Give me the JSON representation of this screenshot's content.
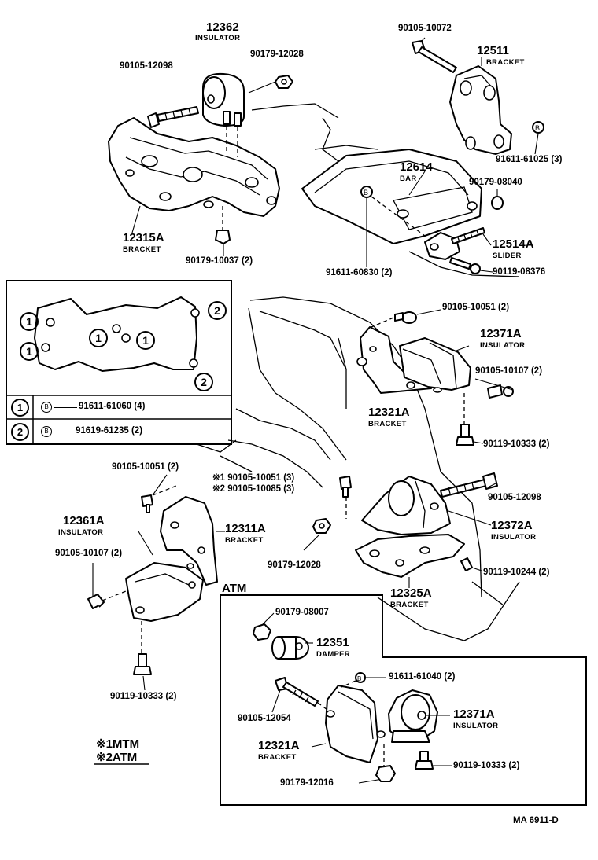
{
  "labels": {
    "p12362": "12362",
    "p12362_sub": "INSULATOR",
    "p90105_12098_top": "90105-12098",
    "p90179_12028_top": "90179-12028",
    "p90105_10072": "90105-10072",
    "p12511": "12511",
    "p12511_sub": "BRACKET",
    "p91611_61025": "91611-61025 (3)",
    "p12614": "12614",
    "p12614_sub": "BAR",
    "p90179_08040": "90179-08040",
    "p12315A": "12315A",
    "p12315A_sub": "BRACKET",
    "p90179_10037": "90179-10037 (2)",
    "p12514A": "12514A",
    "p12514A_sub": "SLIDER",
    "p91611_60830": "91611-60830 (2)",
    "p90119_08376": "90119-08376",
    "p90105_10051_r": "90105-10051 (2)",
    "p12371A": "12371A",
    "p12371A_sub": "INSULATOR",
    "p90105_10107_r": "90105-10107 (2)",
    "p12321A": "12321A",
    "p12321A_sub": "BRACKET",
    "p90119_10333_r": "90119-10333 (2)",
    "p90105_10051_l": "90105-10051 (2)",
    "p_ref1": "※1 90105-10051 (3)",
    "p_ref2": "※2 90105-10085 (3)",
    "p90105_12098_mid": "90105-12098",
    "p12361A": "12361A",
    "p12361A_sub": "INSULATOR",
    "p12311A": "12311A",
    "p12311A_sub": "BRACKET",
    "p12372A": "12372A",
    "p12372A_sub": "INSULATOR",
    "p90105_10107_l": "90105-10107 (2)",
    "p90179_12028_mid": "90179-12028",
    "p90119_10244": "90119-10244 (2)",
    "p12325A": "12325A",
    "p12325A_sub": "BRACKET",
    "p90119_10333_l": "90119-10333 (2)",
    "atm_title": "ATM",
    "p90179_08007": "90179-08007",
    "p12351": "12351",
    "p12351_sub": "DAMPER",
    "p91611_61040": "91611-61040 (2)",
    "p90105_12054": "90105-12054",
    "p12371A_atm": "12371A",
    "p12371A_atm_sub": "INSULATOR",
    "p12321A_atm": "12321A",
    "p12321A_atm_sub": "BRACKET",
    "p90119_10333_atm": "90119-10333 (2)",
    "p90179_12016": "90179-12016",
    "legend_mtm": "※1MTM",
    "legend_atm": "※2ATM",
    "figure_code": "MA 6911-D"
  },
  "inset": {
    "row1_marker": "1",
    "row1_part": "91611-61060 (4)",
    "row2_marker": "2",
    "row2_part": "91619-61235 (2)",
    "circle_marker_1": "1",
    "circle_marker_2": "2"
  }
}
